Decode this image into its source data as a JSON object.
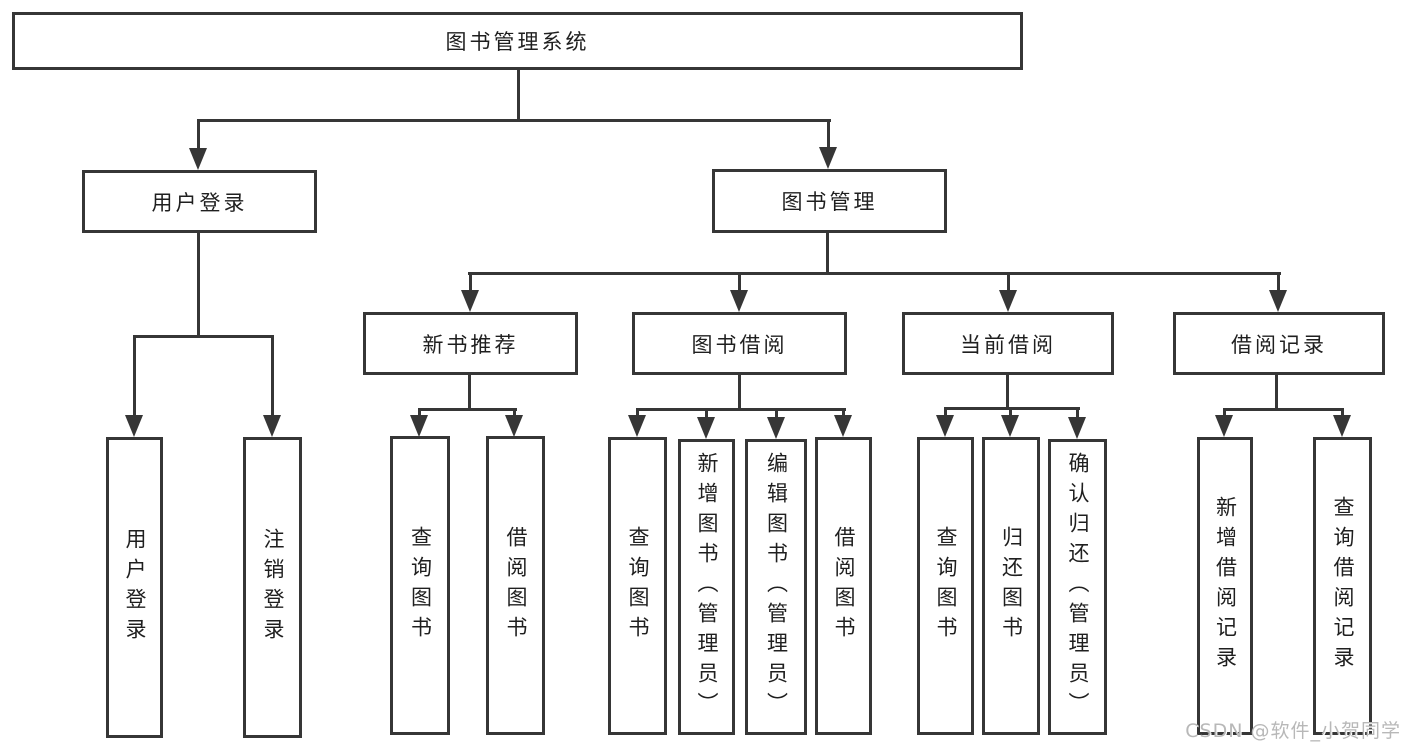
{
  "tree": {
    "root": {
      "label": "图书管理系统"
    },
    "branches": [
      {
        "label": "用户登录",
        "children": [
          {
            "label": "用户登录"
          },
          {
            "label": "注销登录"
          }
        ]
      },
      {
        "label": "图书管理",
        "children": [
          {
            "label": "新书推荐",
            "children": [
              {
                "label": "查询图书"
              },
              {
                "label": "借阅图书"
              }
            ]
          },
          {
            "label": "图书借阅",
            "children": [
              {
                "label": "查询图书"
              },
              {
                "label": "新增图书（管理员）"
              },
              {
                "label": "编辑图书（管理员）"
              },
              {
                "label": "借阅图书"
              }
            ]
          },
          {
            "label": "当前借阅",
            "children": [
              {
                "label": "查询图书"
              },
              {
                "label": "归还图书"
              },
              {
                "label": "确认归还（管理员）"
              }
            ]
          },
          {
            "label": "借阅记录",
            "children": [
              {
                "label": "新增借阅记录"
              },
              {
                "label": "查询借阅记录"
              }
            ]
          }
        ]
      }
    ]
  },
  "watermark": {
    "text": "CSDN @软件_小贺同学"
  },
  "colors": {
    "line": "#363636",
    "text": "#1f1f1f",
    "background": "#ffffff",
    "watermark": "#b8b8b8"
  }
}
